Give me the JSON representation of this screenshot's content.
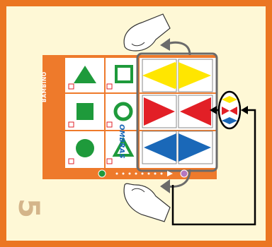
{
  "page": {
    "step_number": "5",
    "brand_label": "BAMBINO",
    "game_label": "OMBRAS"
  },
  "colors": {
    "frame": "#eb7622",
    "background": "#fef8d6",
    "board": "#ee7a2b",
    "yellow": "#ffe600",
    "red": "#e21f26",
    "blue": "#1a68b8",
    "green": "#1e9a3b",
    "purple": "#b477c0"
  },
  "grid": {
    "left_column_shapes": [
      "triangle",
      "square",
      "circle"
    ],
    "middle_column_shapes": [
      "square-outline",
      "circle-outline",
      "triangle-outline"
    ],
    "right_cards": [
      {
        "color": "yellow",
        "pattern": "diamond"
      },
      {
        "color": "yellow",
        "pattern": "diamond"
      },
      {
        "color": "red",
        "pattern": "bowtie"
      },
      {
        "color": "red",
        "pattern": "bowtie"
      },
      {
        "color": "blue",
        "pattern": "diamond"
      },
      {
        "color": "blue",
        "pattern": "diamond"
      }
    ]
  },
  "icons": [
    "hand-icon",
    "rotate-arrow-icon",
    "check-card-icon",
    "green-dot-icon",
    "purple-dot-icon"
  ]
}
